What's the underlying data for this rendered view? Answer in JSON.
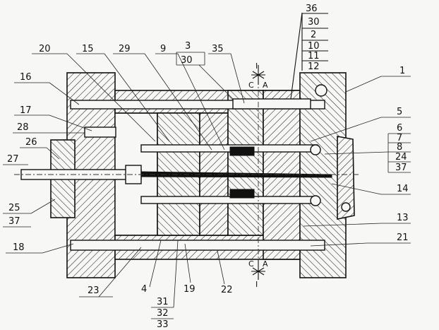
{
  "labels": {
    "l36": "36",
    "l30a": "30",
    "l2": "2",
    "l10": "10",
    "l11": "11",
    "l12": "12",
    "l20": "20",
    "l15": "15",
    "l29": "29",
    "l9": "9",
    "l3": "3",
    "l30b": "30",
    "l35": "35",
    "l1": "1",
    "l16": "16",
    "l17": "17",
    "l5": "5",
    "l28": "28",
    "l6": "6",
    "l7": "7",
    "l8": "8",
    "l24": "24",
    "l37a": "37",
    "l26": "26",
    "l27": "27",
    "l14": "14",
    "l25": "25",
    "l37b": "37",
    "l13": "13",
    "l18": "18",
    "l21": "21",
    "l23": "23",
    "l4": "4",
    "l19": "19",
    "l22": "22",
    "l31": "31",
    "l32": "32",
    "l33": "33"
  },
  "section": {
    "top_i": "I",
    "top_c": "C",
    "top_a": "A",
    "bot_c": "C",
    "bot_a": "A",
    "bot_i": "I"
  }
}
